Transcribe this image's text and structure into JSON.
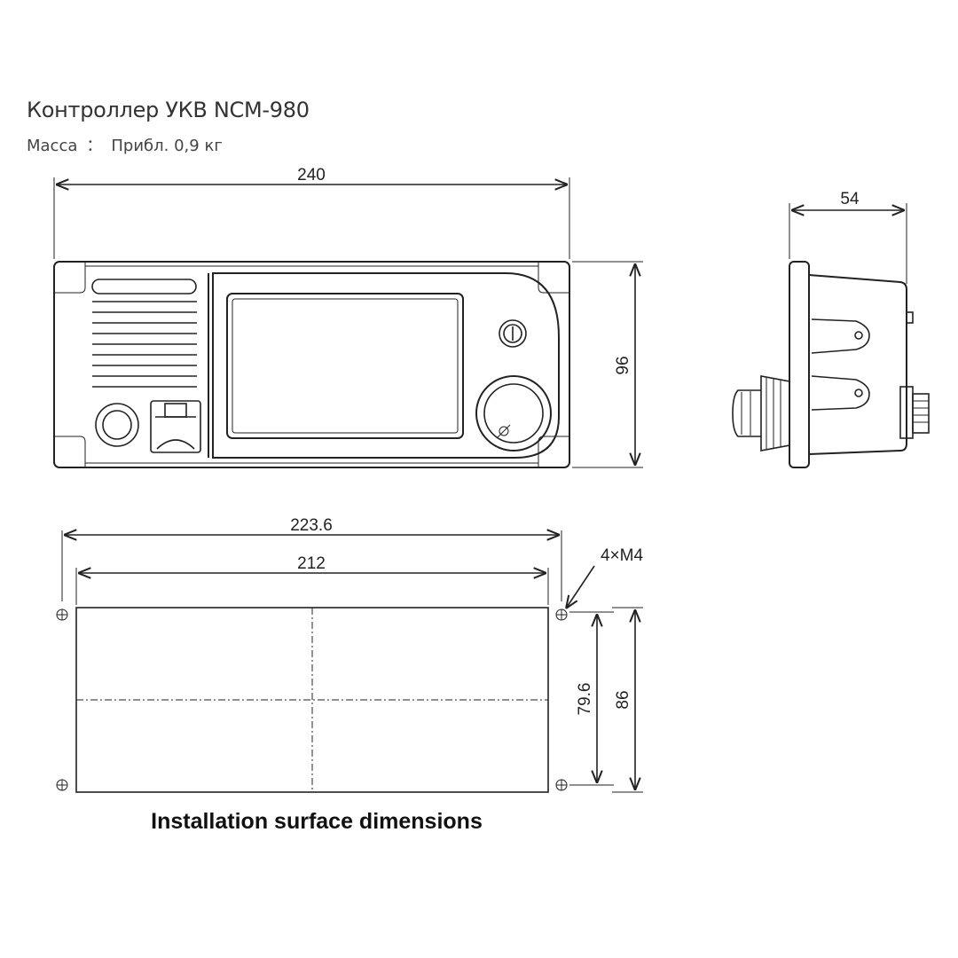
{
  "header": {
    "title": "Контроллер УКВ NCM-980",
    "mass_label": "Масса",
    "mass_separator": "：",
    "mass_value": "Прибл. 0,9 кг"
  },
  "dimensions": {
    "front_width": "240",
    "front_height": "96",
    "side_depth": "54",
    "mount_outer_width": "223.6",
    "mount_inner_width": "212",
    "mount_inner_height": "79.6",
    "mount_outer_height": "86",
    "screw_spec": "4×M4"
  },
  "caption": "Installation surface dimensions",
  "colors": {
    "line": "#222222",
    "background": "#ffffff"
  }
}
